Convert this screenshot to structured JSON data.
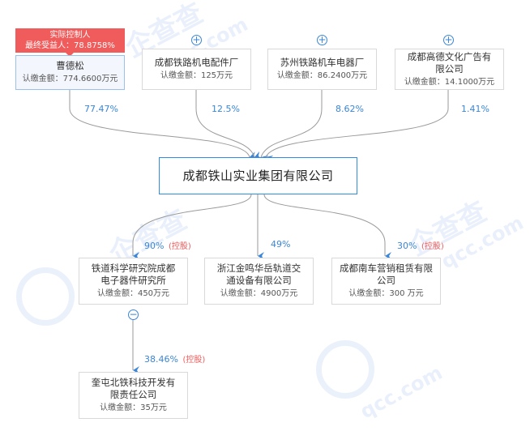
{
  "watermarks": {
    "brand": "企查查",
    "site": "qcc.com"
  },
  "colors": {
    "line": "#9a9a9a",
    "accent": "#2f8de8",
    "arrow": "#3a86d8",
    "badge": "#f05b5b"
  },
  "icons": {
    "expand": "plus-circle-icon",
    "collapse": "minus-circle-icon"
  },
  "controller": {
    "tag_line1": "实际控制人",
    "tag_line2": "最终受益人：78.8758%"
  },
  "shareholders": [
    {
      "name": "曹德松",
      "amount": "认缴金额：774.6600万元",
      "percent": "77.47%"
    },
    {
      "name": "成都铁路机电配件厂",
      "amount": "认缴金额：125万元",
      "percent": "12.5%",
      "toggle": "+"
    },
    {
      "name": "苏州铁路机车电器厂",
      "amount": "认缴金额：86.2400万元",
      "percent": "8.62%",
      "toggle": "+"
    },
    {
      "name": "成都高德文化广告有限公司",
      "amount": "认缴金额：14.1000万元",
      "percent": "1.41%",
      "toggle": "+"
    }
  ],
  "center": {
    "name": "成都铁山实业集团有限公司"
  },
  "investments": [
    {
      "name": "铁道科学研究院成都电子器件研究所",
      "amount": "认缴金额：450万元",
      "percent": "90%",
      "control": "(控股)",
      "toggle": "−"
    },
    {
      "name": "浙江金鸣华岳轨道交通设备有限公司",
      "amount": "认缴金额：4900万元",
      "percent": "49%"
    },
    {
      "name": "成都南车营销租赁有限公司",
      "amount": "认缴金额：300 万元",
      "percent": "30%",
      "control": "(控股)"
    }
  ],
  "sub_investment": {
    "name": "奎屯北铁科技开发有限责任公司",
    "amount": "认缴金额：35万元",
    "percent": "38.46%",
    "control": "(控股)"
  }
}
